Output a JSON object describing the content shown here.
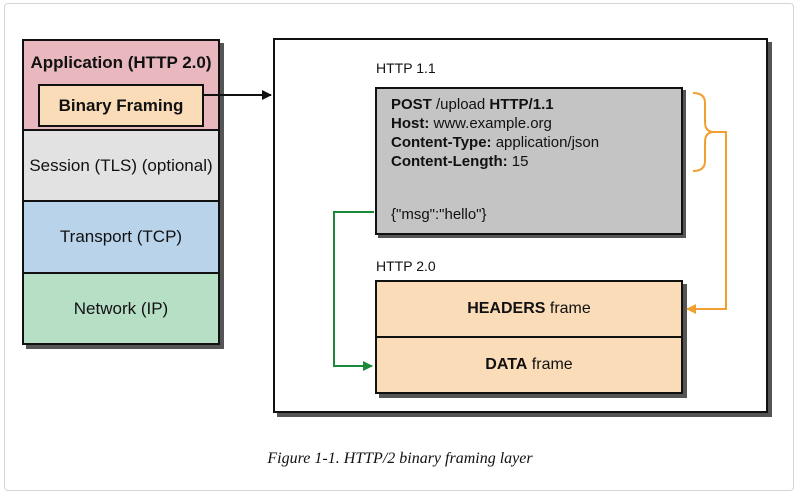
{
  "stack": {
    "application": "Application (HTTP 2.0)",
    "binary_framing": "Binary Framing",
    "session": "Session (TLS) (optional)",
    "transport": "Transport (TCP)",
    "network": "Network (IP)"
  },
  "http11": {
    "label": "HTTP 1.1",
    "line1_key": "POST",
    "line1_mid": " /upload ",
    "line1_end": "HTTP/1.1",
    "line2_key": "Host:",
    "line2_val": " www.example.org",
    "line3_key": "Content-Type:",
    "line3_val": " application/json",
    "line4_key": "Content-Length:",
    "line4_val": " 15",
    "body": "{\"msg\":\"hello\"}"
  },
  "http2": {
    "label": "HTTP 2.0",
    "headers_bold": "HEADERS",
    "headers_rest": " frame",
    "data_bold": "DATA",
    "data_rest": " frame"
  },
  "caption": "Figure 1-1. HTTP/2 binary framing layer",
  "colors": {
    "application": "#e9b8be",
    "binary_framing": "#fbdcb8",
    "session": "#e2e2e2",
    "transport": "#b8d3ea",
    "network": "#b7dfc6",
    "http11_box": "#c4c4c4",
    "frame_fill": "#fbdcb8",
    "orange_arrow": "#f0a030",
    "green_arrow": "#1a8a3a"
  }
}
